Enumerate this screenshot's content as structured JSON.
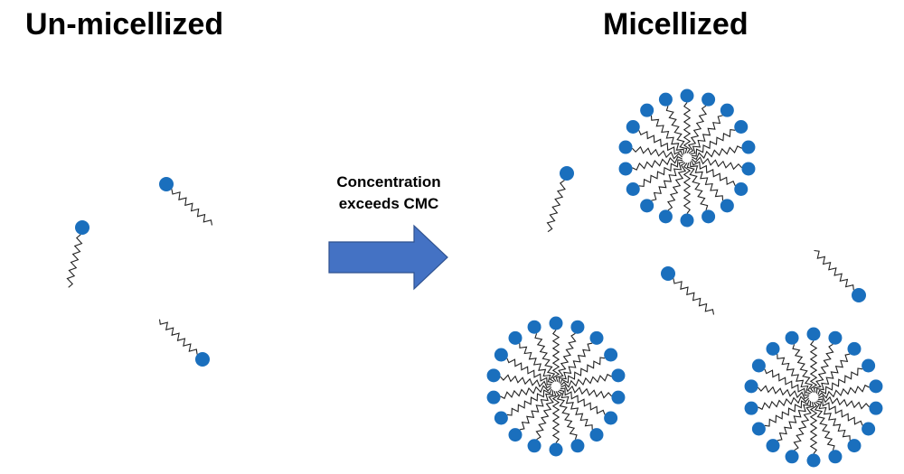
{
  "left_title": "Un-micellized",
  "right_title": "Micellized",
  "arrow_label_line1": "Concentration",
  "arrow_label_line2": "exceeds CMC",
  "colors": {
    "head": "#1a6fbd",
    "arrow_fill": "#4472c4",
    "arrow_stroke": "#2f528f",
    "tail": "#222222"
  },
  "free_surfactant_count": 6,
  "micelle_count": 3
}
